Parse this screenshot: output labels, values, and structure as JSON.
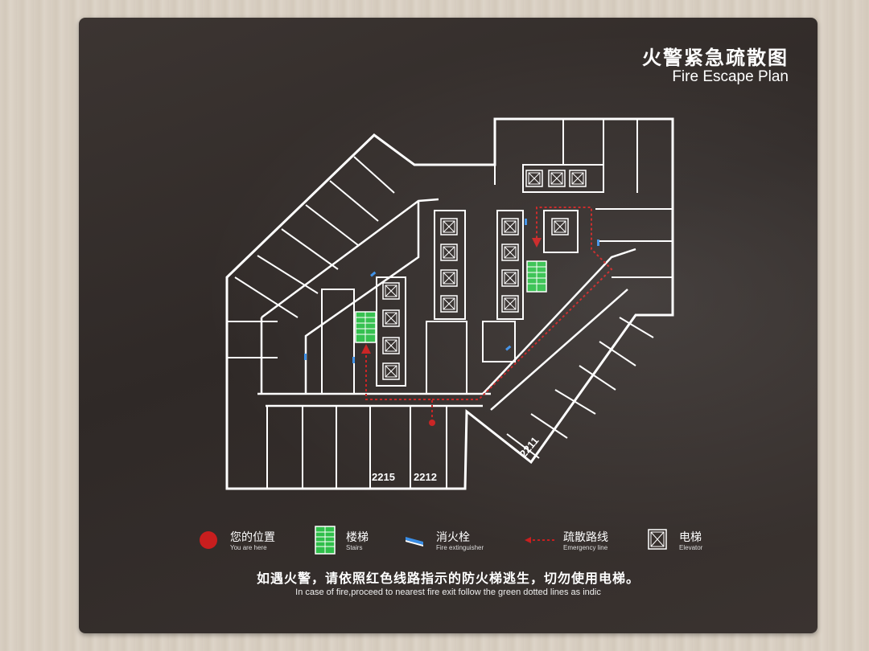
{
  "title": {
    "cn": "火警紧急疏散图",
    "en": "Fire Escape Plan"
  },
  "room_numbers": [
    "2215",
    "2212",
    "2211"
  ],
  "legend": [
    {
      "icon": "red-dot-icon",
      "cn": "您的位置",
      "en": "You are here"
    },
    {
      "icon": "stairs-icon",
      "cn": "楼梯",
      "en": "Stairs"
    },
    {
      "icon": "fire-extinguisher-icon",
      "cn": "消火栓",
      "en": "Fire extinguisher"
    },
    {
      "icon": "dotted-arrow-icon",
      "cn": "疏散路线",
      "en": "Emergency line"
    },
    {
      "icon": "elevator-icon",
      "cn": "电梯",
      "en": "Elevator"
    }
  ],
  "instructions": {
    "cn": "如遇火警，请依照红色线路指示的防火梯逃生，切勿使用电梯。",
    "en": "In case of fire,proceed to nearest fire exit follow the green dotted lines as indic"
  },
  "colors": {
    "plaque": "#2f2927",
    "lines": "#ffffff",
    "stairs": "#2fbf4a",
    "route": "#c81e1e",
    "extinguisher": "#3a8ee6"
  }
}
